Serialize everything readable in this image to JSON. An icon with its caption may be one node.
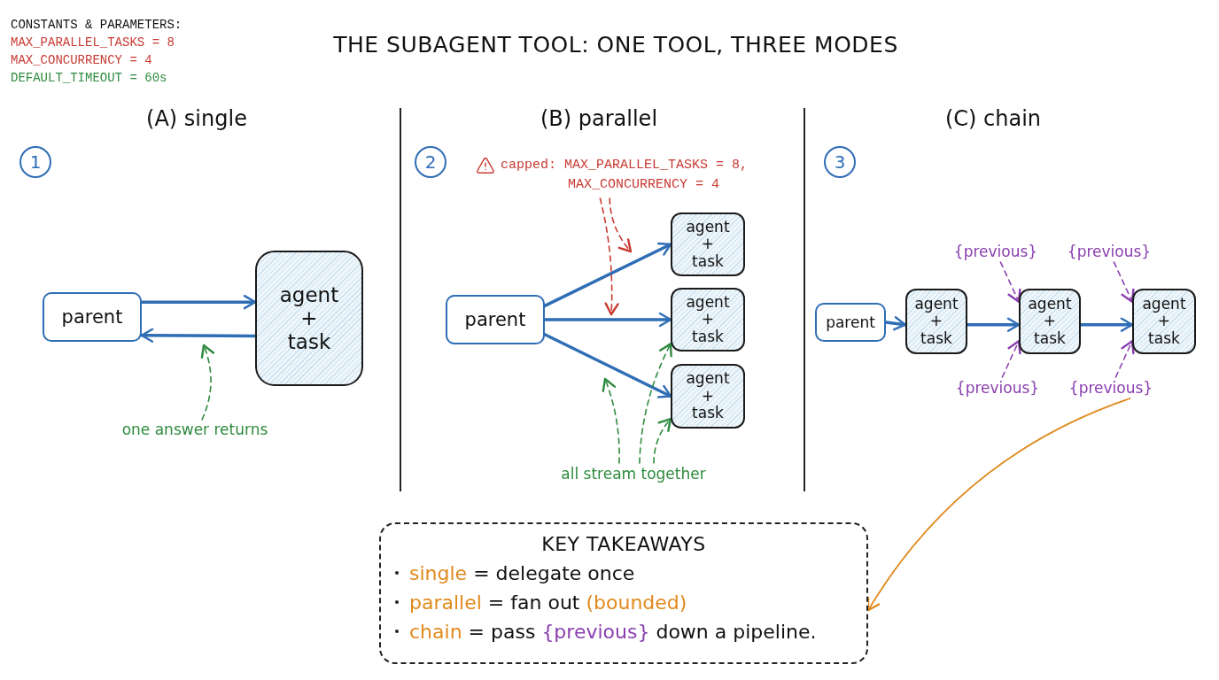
{
  "diagram": {
    "title": "THE SUBAGENT TOOL: ONE TOOL, THREE MODES",
    "nodes": [
      {
        "text": [
          "1"
        ]
      },
      {
        "text": [
          "parent"
        ]
      },
      {
        "text": [
          "agent + task"
        ]
      },
      {
        "text": [
          "one answer returns"
        ]
      },
      {
        "text": [
          "2"
        ]
      },
      {
        "text": [
          "capped: MAX_PARALLEL_TASKS = 8, MAX_CONCURRENCY = 4"
        ]
      },
      {
        "text": [
          "parent"
        ]
      },
      {
        "text": [
          "agent + task"
        ]
      },
      {
        "text": [
          "agent + task"
        ]
      },
      {
        "text": [
          "agent + task"
        ]
      },
      {
        "text": [
          "all stream together"
        ]
      },
      {
        "text": [
          "3"
        ]
      },
      {
        "text": [
          "parent"
        ]
      },
      {
        "text": [
          "agent + task"
        ]
      },
      {
        "text": [
          "agent + task"
        ]
      },
      {
        "text": [
          "agent + task"
        ]
      },
      {
        "text": [
          "{previous}"
        ]
      },
      {
        "text": [
          "{previous}"
        ]
      },
      {
        "text": [
          "{previous}"
        ]
      },
      {
        "text": [
          "{previous}"
        ]
      },
      {
        "text": [
          "KEY TAKEAWAYS",
          "single = delegate once",
          "parallel = fan out (bounded)",
          "chain = pass {previous} down a pipeline."
        ]
      }
    ],
    "edges": [
      {
        "from": 1,
        "to": 2,
        "arrow": "to"
      },
      {
        "from": 2,
        "to": 1,
        "arrow": "to"
      },
      {
        "from": 3,
        "to": null,
        "arrow": "to",
        "style": "dashed",
        "color": "#2e8b3e"
      },
      {
        "from": 6,
        "to": 7,
        "arrow": "to"
      },
      {
        "from": 6,
        "to": 8,
        "arrow": "to"
      },
      {
        "from": 6,
        "to": 9,
        "arrow": "to"
      },
      {
        "from": 5,
        "to": null,
        "arrow": "to",
        "style": "dashed",
        "color": "#c83a32"
      },
      {
        "from": 5,
        "to": null,
        "arrow": "to",
        "style": "dashed",
        "color": "#c83a32"
      },
      {
        "from": 10,
        "to": 8,
        "arrow": "to",
        "style": "dashed",
        "color": "#2e8b3e"
      },
      {
        "from": 10,
        "to": 9,
        "arrow": "to",
        "style": "dashed",
        "color": "#2e8b3e"
      },
      {
        "from": 10,
        "to": null,
        "arrow": "to",
        "style": "dashed",
        "color": "#2e8b3e"
      },
      {
        "from": 12,
        "to": 13,
        "arrow": "to"
      },
      {
        "from": 13,
        "to": 14,
        "arrow": "to"
      },
      {
        "from": 14,
        "to": 15,
        "arrow": "to"
      },
      {
        "from": 16,
        "to": 14,
        "arrow": "to",
        "style": "dashed",
        "color": "#8a3fb0"
      },
      {
        "from": 17,
        "to": 15,
        "arrow": "to",
        "style": "dashed",
        "color": "#8a3fb0"
      },
      {
        "from": 18,
        "to": 14,
        "arrow": "to",
        "style": "dashed",
        "color": "#8a3fb0"
      },
      {
        "from": 19,
        "to": 15,
        "arrow": "to",
        "style": "dashed",
        "color": "#8a3fb0"
      },
      {
        "from": 19,
        "to": 20,
        "arrow": "to",
        "color": "#e08a1e"
      }
    ],
    "labels": [
      "CONSTANTS & PARAMETERS:",
      "MAX_PARALLEL_TASKS = 8",
      "MAX_CONCURRENCY = 4",
      "DEFAULT_TIMEOUT = 60s",
      "(A) single",
      "(B) parallel",
      "(C) chain"
    ]
  }
}
